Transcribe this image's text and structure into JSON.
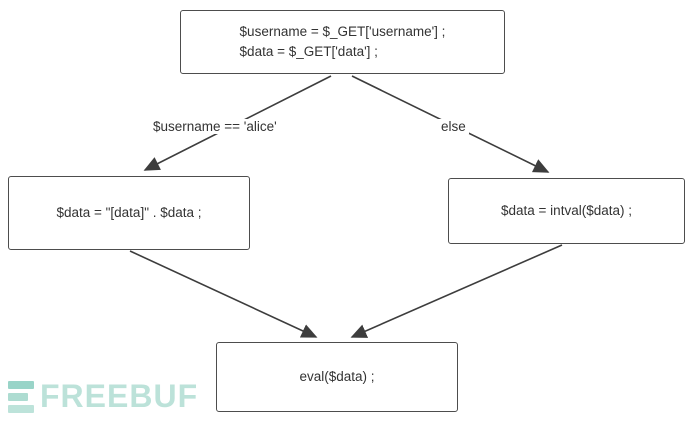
{
  "diagram": {
    "nodes": {
      "start": {
        "line1": "$username = $_GET['username'] ;",
        "line2": "$data = $_GET['data'] ;"
      },
      "branch_left": {
        "label": "$data = \"[data]\" . $data ;"
      },
      "branch_right": {
        "label": "$data = intval($data) ;"
      },
      "end": {
        "label": "eval($data) ;"
      }
    },
    "edges": {
      "left_condition": "$username == 'alice'",
      "right_condition": "else"
    },
    "colors": {
      "line": "#3d3d3d",
      "border": "#4d4d4d",
      "text": "#333333",
      "watermark": "#b5dfd5"
    },
    "watermark": {
      "text": "FREEBUF"
    }
  }
}
